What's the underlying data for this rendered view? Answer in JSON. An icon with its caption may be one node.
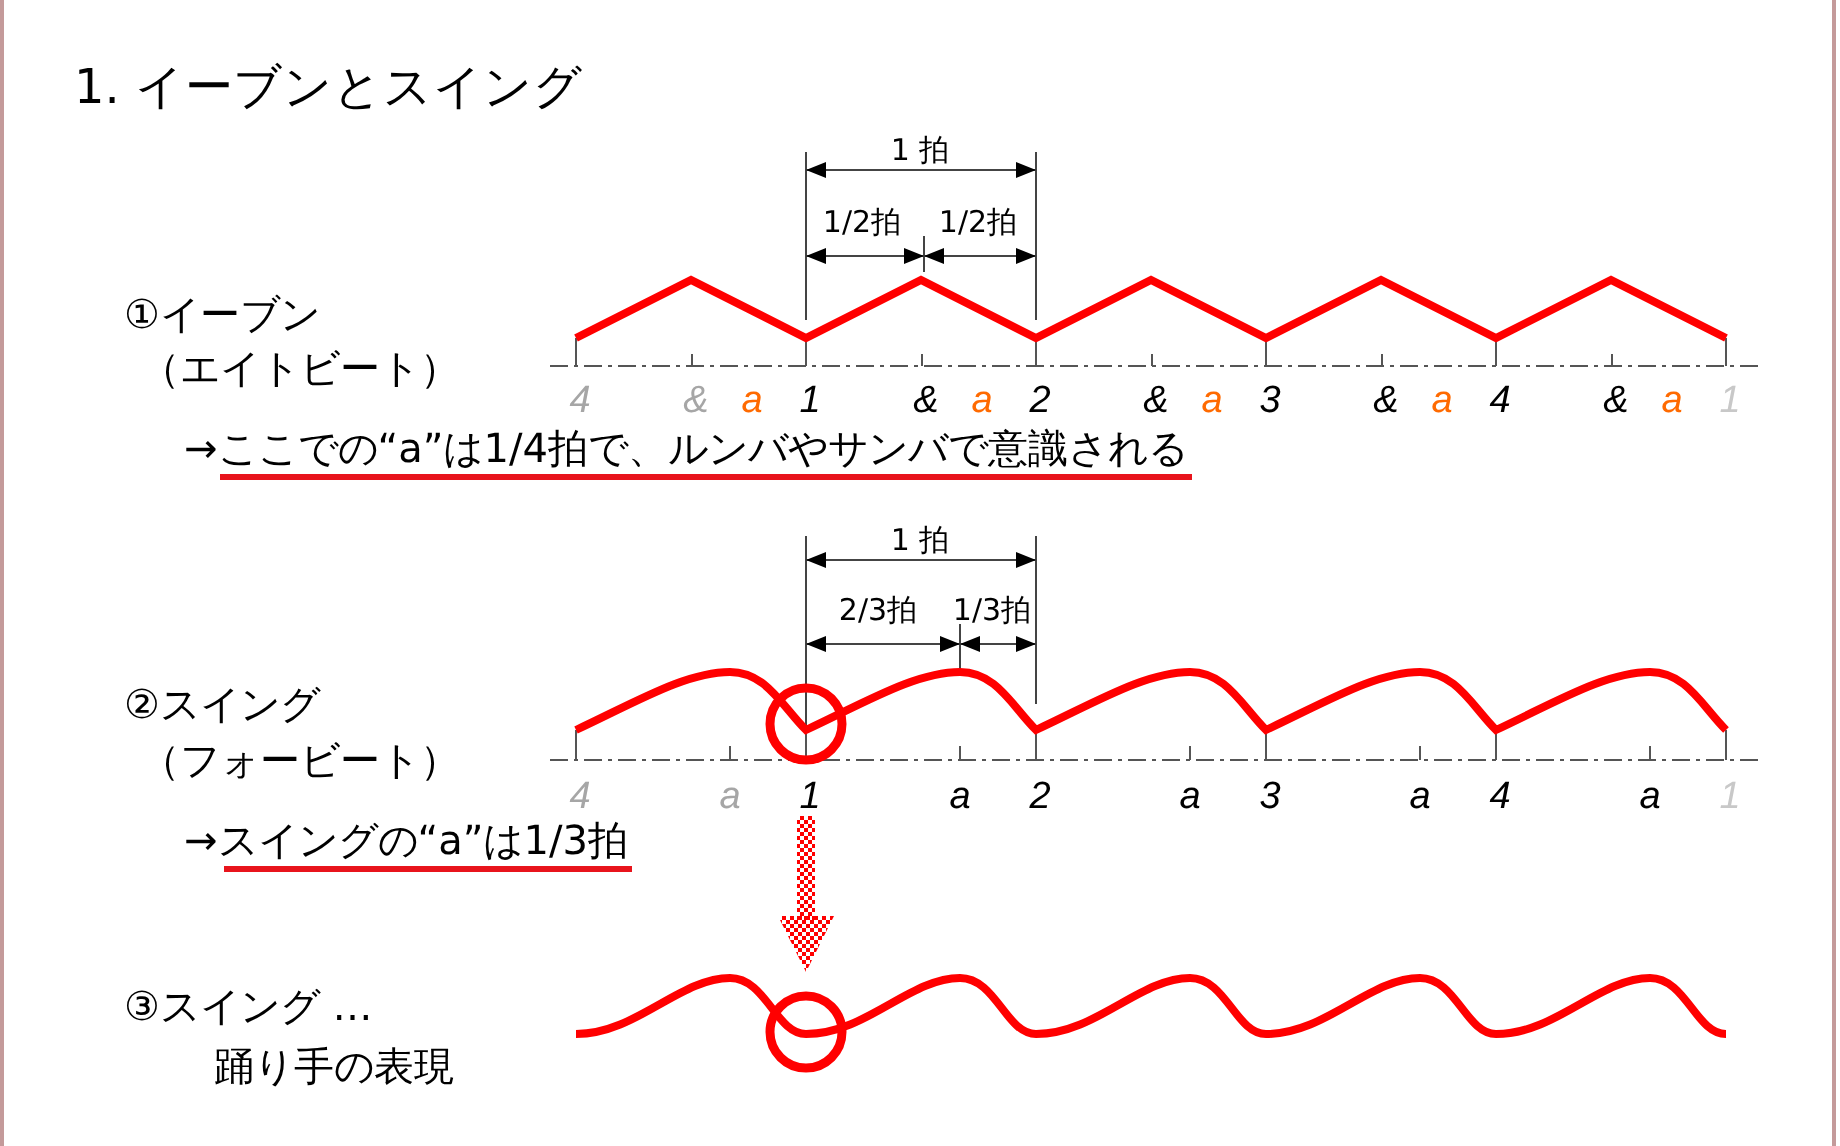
{
  "diagram": {
    "title": "1. イーブンとスイング",
    "nodes": [
      {
        "text": [],
        "shape": "picture"
      },
      {
        "text": [],
        "shape": "picture"
      },
      {
        "text": [],
        "shape": "picture"
      }
    ],
    "edges": [
      {
        "from": 1,
        "to": 2,
        "arrow": "to"
      }
    ],
    "labels": [
      "1 拍",
      "1/2拍",
      "1/2拍",
      "①イーブン",
      "（エイトビート）",
      "4",
      "&",
      "a",
      "1",
      "&",
      "a",
      "2",
      "&",
      "a",
      "3",
      "&",
      "a",
      "4",
      "&",
      "a",
      "1",
      "→ここでの“a”は1/4拍で、ルンバやサンバで意識される",
      "1 拍",
      "2/3拍",
      "1/3拍",
      "②スイング",
      "（フォービート）",
      "4",
      "a",
      "1",
      "a",
      "2",
      "a",
      "3",
      "a",
      "4",
      "a",
      "1",
      "→スイングの“a”は1/3拍",
      "③スイング …",
      "踊り手の表現"
    ]
  }
}
